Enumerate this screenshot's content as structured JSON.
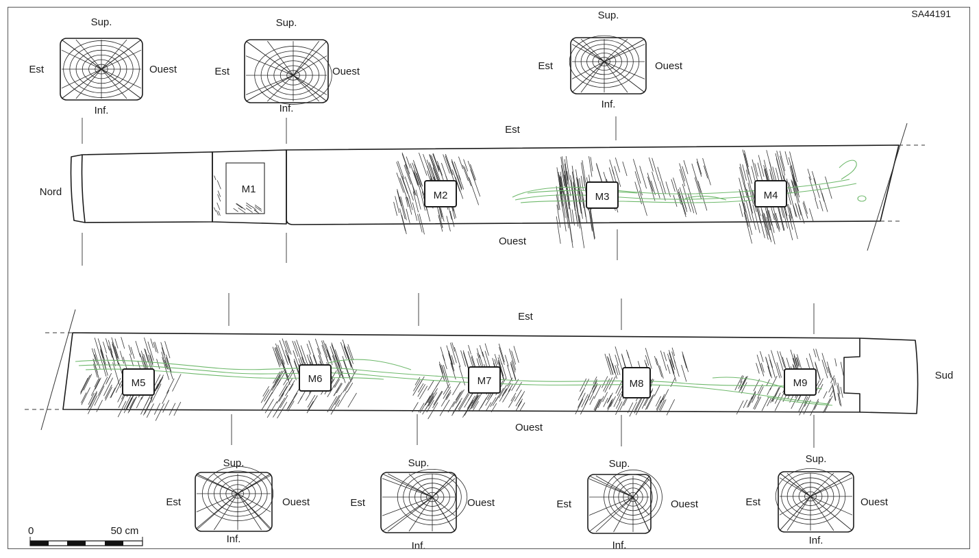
{
  "figure_id": "SA44191",
  "labels": {
    "north": "Nord",
    "south": "Sud",
    "east": "Est",
    "west": "Ouest",
    "sup": "Sup.",
    "inf": "Inf."
  },
  "mortises": [
    "M1",
    "M2",
    "M3",
    "M4",
    "M5",
    "M6",
    "M7",
    "M8",
    "M9"
  ],
  "scale_bar": {
    "start": "0",
    "end": "50 cm"
  },
  "colors": {
    "ink": "#1a1a1a",
    "grain": "#6db86a",
    "hatching": "#333333"
  }
}
